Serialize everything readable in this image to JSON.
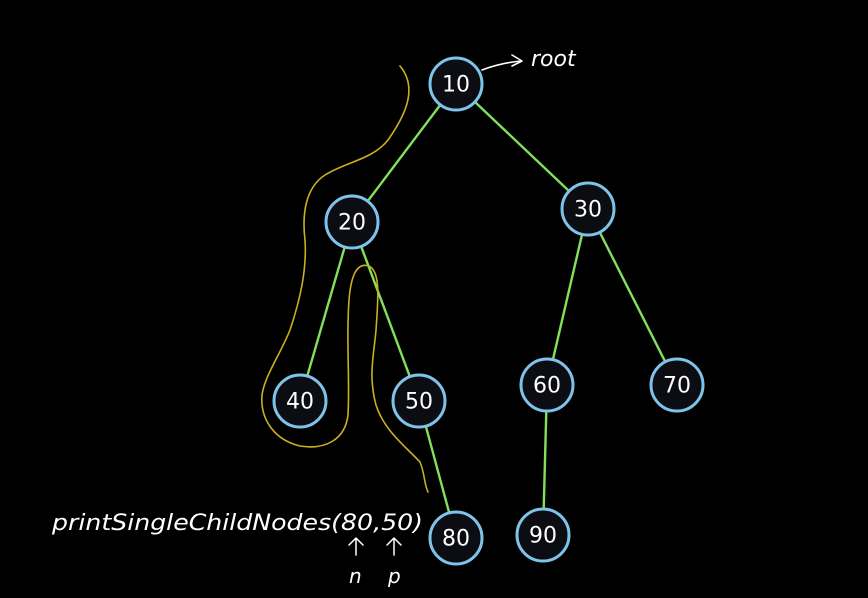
{
  "diagram": {
    "root_label": "root",
    "call_text": "printSingleChildNodes(80,50)",
    "pointer_n_label": "n",
    "pointer_p_label": "p",
    "nodes": [
      {
        "id": "n10",
        "label": "10"
      },
      {
        "id": "n20",
        "label": "20"
      },
      {
        "id": "n30",
        "label": "30"
      },
      {
        "id": "n40",
        "label": "40"
      },
      {
        "id": "n50",
        "label": "50"
      },
      {
        "id": "n60",
        "label": "60"
      },
      {
        "id": "n70",
        "label": "70"
      },
      {
        "id": "n80",
        "label": "80"
      },
      {
        "id": "n90",
        "label": "90"
      }
    ],
    "edges": [
      {
        "from": "n10",
        "to": "n20"
      },
      {
        "from": "n10",
        "to": "n30"
      },
      {
        "from": "n20",
        "to": "n40"
      },
      {
        "from": "n20",
        "to": "n50"
      },
      {
        "from": "n30",
        "to": "n60"
      },
      {
        "from": "n30",
        "to": "n70"
      },
      {
        "from": "n50",
        "to": "n80"
      },
      {
        "from": "n60",
        "to": "n90"
      }
    ],
    "colors": {
      "background": "#000000",
      "node_fill": "#0c0d12",
      "node_border": "#7ec3ea",
      "edge": "#82e05a",
      "highlight_path": "#c9b020",
      "text": "#ffffff"
    }
  }
}
